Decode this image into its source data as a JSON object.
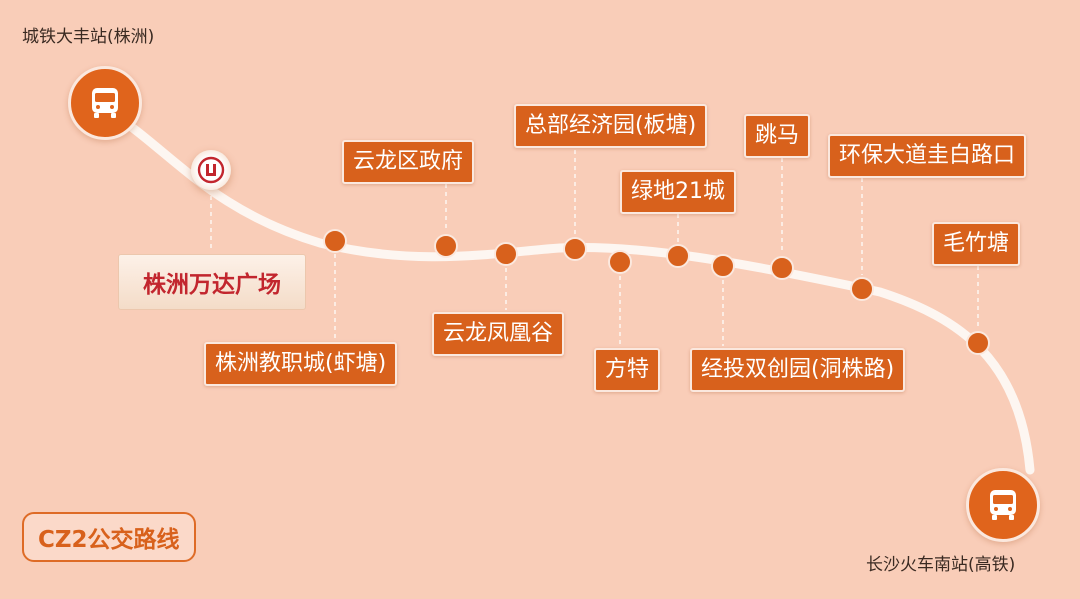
{
  "title": "CZ2公交路线",
  "origin": "城铁大丰站(株洲)",
  "destination": "长沙火车南站(高铁)",
  "highlight_stop": "株洲万达广场",
  "stops": [
    "株洲教职城(虾塘)",
    "云龙区政府",
    "云龙凤凰谷",
    "总部经济园(板塘)",
    "方特",
    "绿地21城",
    "经投双创园(洞株路)",
    "跳马",
    "环保大道圭白路口",
    "毛竹塘"
  ],
  "icons": {
    "terminal": "bus-icon",
    "highlight": "wanda-logo-pin-icon"
  },
  "colors": {
    "background": "#f9cdb8",
    "accent": "#d8611c",
    "route": "#fdf6f1",
    "highlight_text": "#c2262e"
  }
}
